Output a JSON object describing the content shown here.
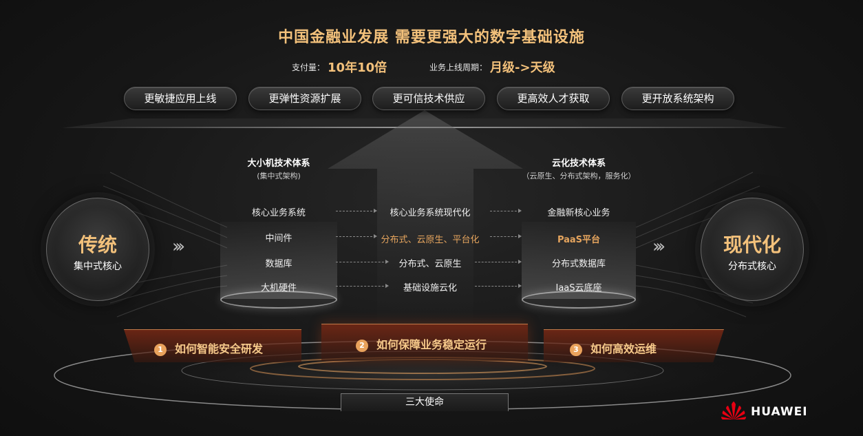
{
  "title": "中国金融业发展  需要更强大的数字基础设施",
  "metrics": [
    {
      "label": "支付量：",
      "value": "10年10倍"
    },
    {
      "label": "业务上线周期：",
      "value": "月级->天级"
    }
  ],
  "pills": [
    "更敏捷应用上线",
    "更弹性资源扩展",
    "更可信技术供应",
    "更高效人才获取",
    "更开放系统架构"
  ],
  "left_stack": {
    "title": "大小机技术体系",
    "subtitle": "(集中式架构)",
    "rows": [
      "核心业务系统",
      "中间件",
      "数据库",
      "大机硬件"
    ]
  },
  "middle_rows": [
    "核心业务系统现代化",
    "分布式、云原生、平台化",
    "分布式、云原生",
    "基础设施云化"
  ],
  "right_stack": {
    "title": "云化技术体系",
    "subtitle": "（云原生、分布式架构，服务化）",
    "rows": [
      "金融新核心业务",
      "PaaS平台",
      "分布式数据库",
      "IaaS云底座"
    ]
  },
  "left_circle": {
    "main": "传统",
    "sub": "集中式核心"
  },
  "right_circle": {
    "main": "现代化",
    "sub": "分布式核心"
  },
  "missions": [
    {
      "num": "1",
      "label": "如何智能安全研发"
    },
    {
      "num": "2",
      "label": "如何保障业务稳定运行"
    },
    {
      "num": "3",
      "label": "如何高效运维"
    }
  ],
  "bottom_label": "三大使命",
  "brand": "HUAWEI",
  "colors": {
    "accent_gold": "#f3c17b",
    "mission_red": "#7a2814",
    "logo_red": "#e60012"
  },
  "icons": [
    "double-chevron-right-icon",
    "huawei-logo-icon"
  ]
}
